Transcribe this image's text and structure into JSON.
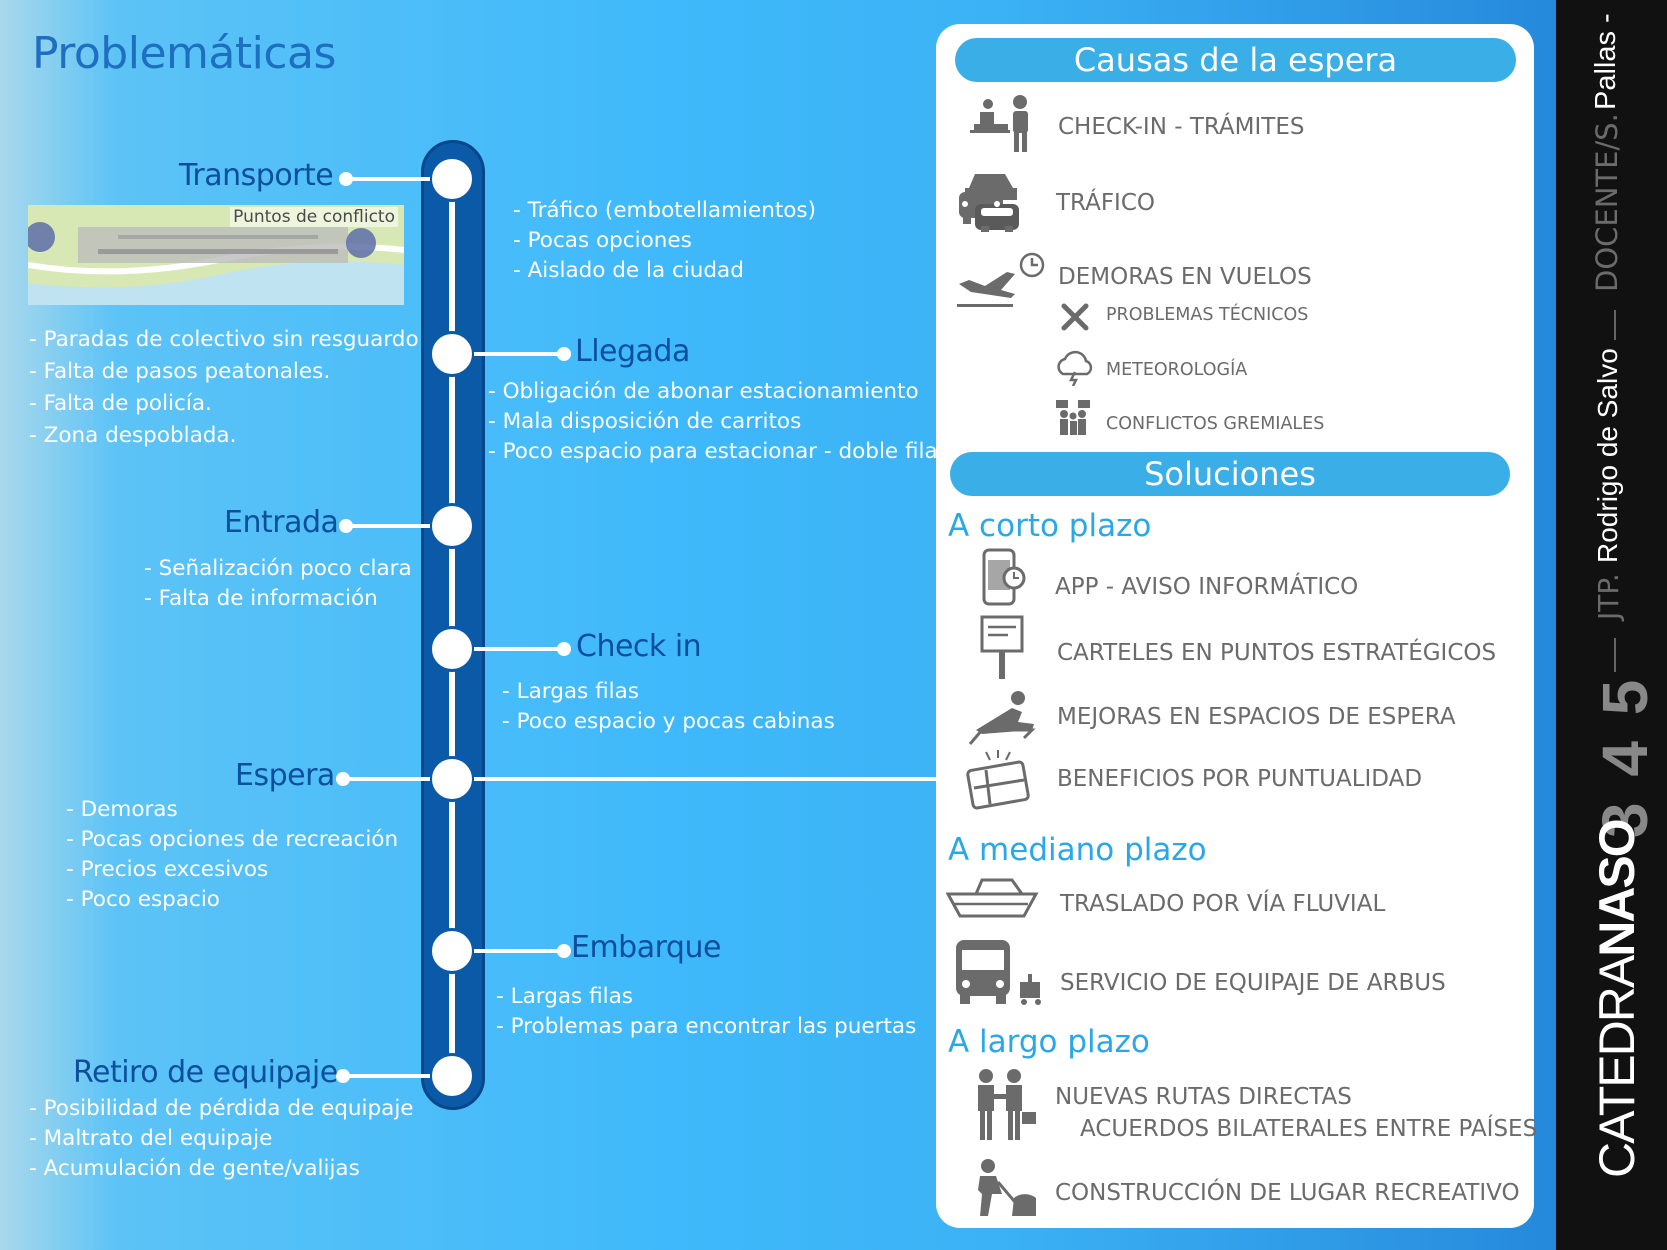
{
  "title": "Problemáticas",
  "map_label": "Puntos de conflicto",
  "stages": [
    {
      "name": "Transporte",
      "items": [
        "- Tráfico (embotellamientos)",
        "- Pocas opciones",
        "- Aislado de la ciudad"
      ],
      "items2": [
        "- Paradas de colectivo sin resguardo",
        "- Falta de pasos peatonales.",
        "- Falta de policía.",
        "- Zona despoblada."
      ]
    },
    {
      "name": "Llegada",
      "items": [
        "- Obligación de abonar estacionamiento",
        "- Mala disposición de carritos",
        "- Poco espacio para estacionar - doble fila"
      ]
    },
    {
      "name": "Entrada",
      "items": [
        "- Señalización poco clara",
        "- Falta de información"
      ]
    },
    {
      "name": "Check in",
      "items": [
        "- Largas filas",
        "- Poco espacio y pocas cabinas"
      ]
    },
    {
      "name": "Espera",
      "items": [
        "- Demoras",
        "- Pocas opciones de recreación",
        "- Precios excesivos",
        "- Poco espacio"
      ]
    },
    {
      "name": "Embarque",
      "items": [
        "- Largas filas",
        "- Problemas para encontrar las puertas"
      ]
    },
    {
      "name": "Retiro de equipaje",
      "items": [
        "- Posibilidad de pérdida de equipaje",
        "- Maltrato del equipaje",
        "- Acumulación de gente/valijas"
      ]
    }
  ],
  "causes": {
    "header": "Causas de la espera",
    "items": [
      "CHECK-IN - TRÁMITES",
      "TRÁFICO",
      "DEMORAS EN VUELOS"
    ],
    "sub_items": [
      "PROBLEMAS TÉCNICOS",
      "METEOROLOGÍA",
      "CONFLICTOS GREMIALES"
    ]
  },
  "solutions": {
    "header": "Soluciones",
    "short_label": "A corto plazo",
    "short": [
      "APP - AVISO INFORMÁTICO",
      "CARTELES EN PUNTOS ESTRATÉGICOS",
      "MEJORAS EN ESPACIOS DE ESPERA",
      "BENEFICIOS POR PUNTUALIDAD"
    ],
    "medium_label": "A mediano plazo",
    "medium": [
      "TRASLADO POR VÍA FLUVIAL",
      "SERVICIO DE EQUIPAJE DE ARBUS"
    ],
    "long_label": "A largo plazo",
    "long": [
      "NUEVAS RUTAS DIRECTAS",
      "ACUERDOS BILATERALES ENTRE PAÍSES",
      "CONSTRUCCIÓN DE LUGAR RECREATIVO"
    ]
  },
  "sidebar": {
    "teacher_prefix": "DOCENTE/S.",
    "teacher": "Pallas -",
    "jtp_prefix": "JTP.",
    "jtp": "Rodrigo de Salvo",
    "course_a": "CATEDRA",
    "course_b": "NASO",
    "number": "3 4 5"
  },
  "colors": {
    "accent": "#3aaee6",
    "timeline": "#0b5aa8",
    "stage_text": "#0d4f9c",
    "sidebar": "#111111"
  }
}
